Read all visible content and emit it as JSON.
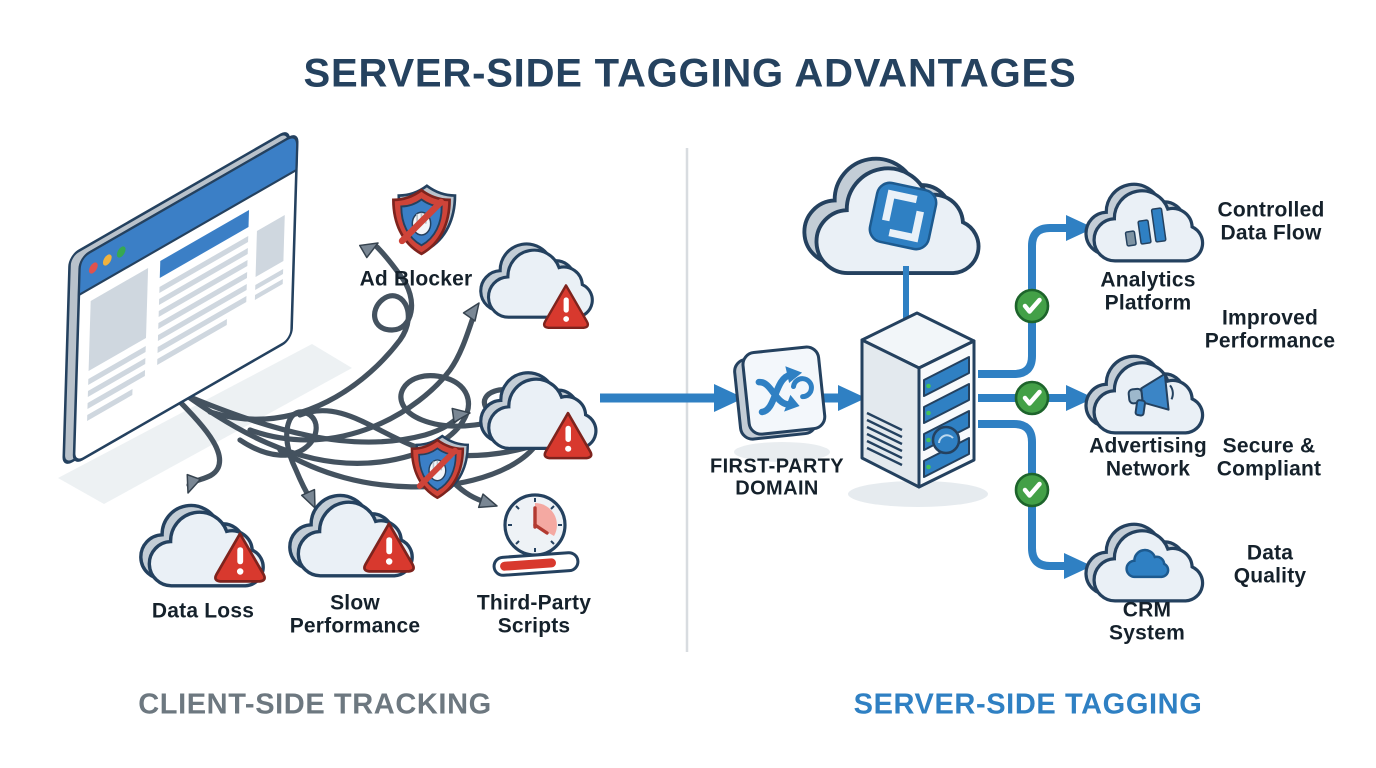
{
  "title": "SERVER-SIDE TAGGING ADVANTAGES",
  "colors": {
    "navy": "#25425f",
    "blue": "#2f80c3",
    "red": "#d8392e",
    "green": "#43a047",
    "gray": "#6d7880"
  },
  "client_side": {
    "section_label": "CLIENT-SIDE TRACKING",
    "problems": {
      "ad_blocker": "Ad Blocker",
      "data_loss": "Data Loss",
      "slow_performance": "Slow\nPerformance",
      "third_party_scripts": "Third-Party\nScripts"
    },
    "icons": [
      "browser-window",
      "tangled-wires",
      "ad-blocker-shield",
      "warning-cloud",
      "slow-clock",
      "loading-bar"
    ]
  },
  "server_side": {
    "section_label": "SERVER-SIDE TAGGING",
    "first_party_domain": "FIRST-PARTY\nDOMAIN",
    "destinations": [
      {
        "label": "Analytics\nPlatform",
        "icon": "bar-chart-icon"
      },
      {
        "label": "Advertising\nNetwork",
        "icon": "megaphone-icon"
      },
      {
        "label": "CRM\nSystem",
        "icon": "cloud-icon"
      }
    ],
    "benefits": [
      "Controlled\nData Flow",
      "Improved\nPerformance",
      "Secure &\nCompliant",
      "Data\nQuality"
    ],
    "icons": [
      "routing-switch",
      "tag-manager-cloud",
      "server-tower",
      "check-icon"
    ]
  }
}
